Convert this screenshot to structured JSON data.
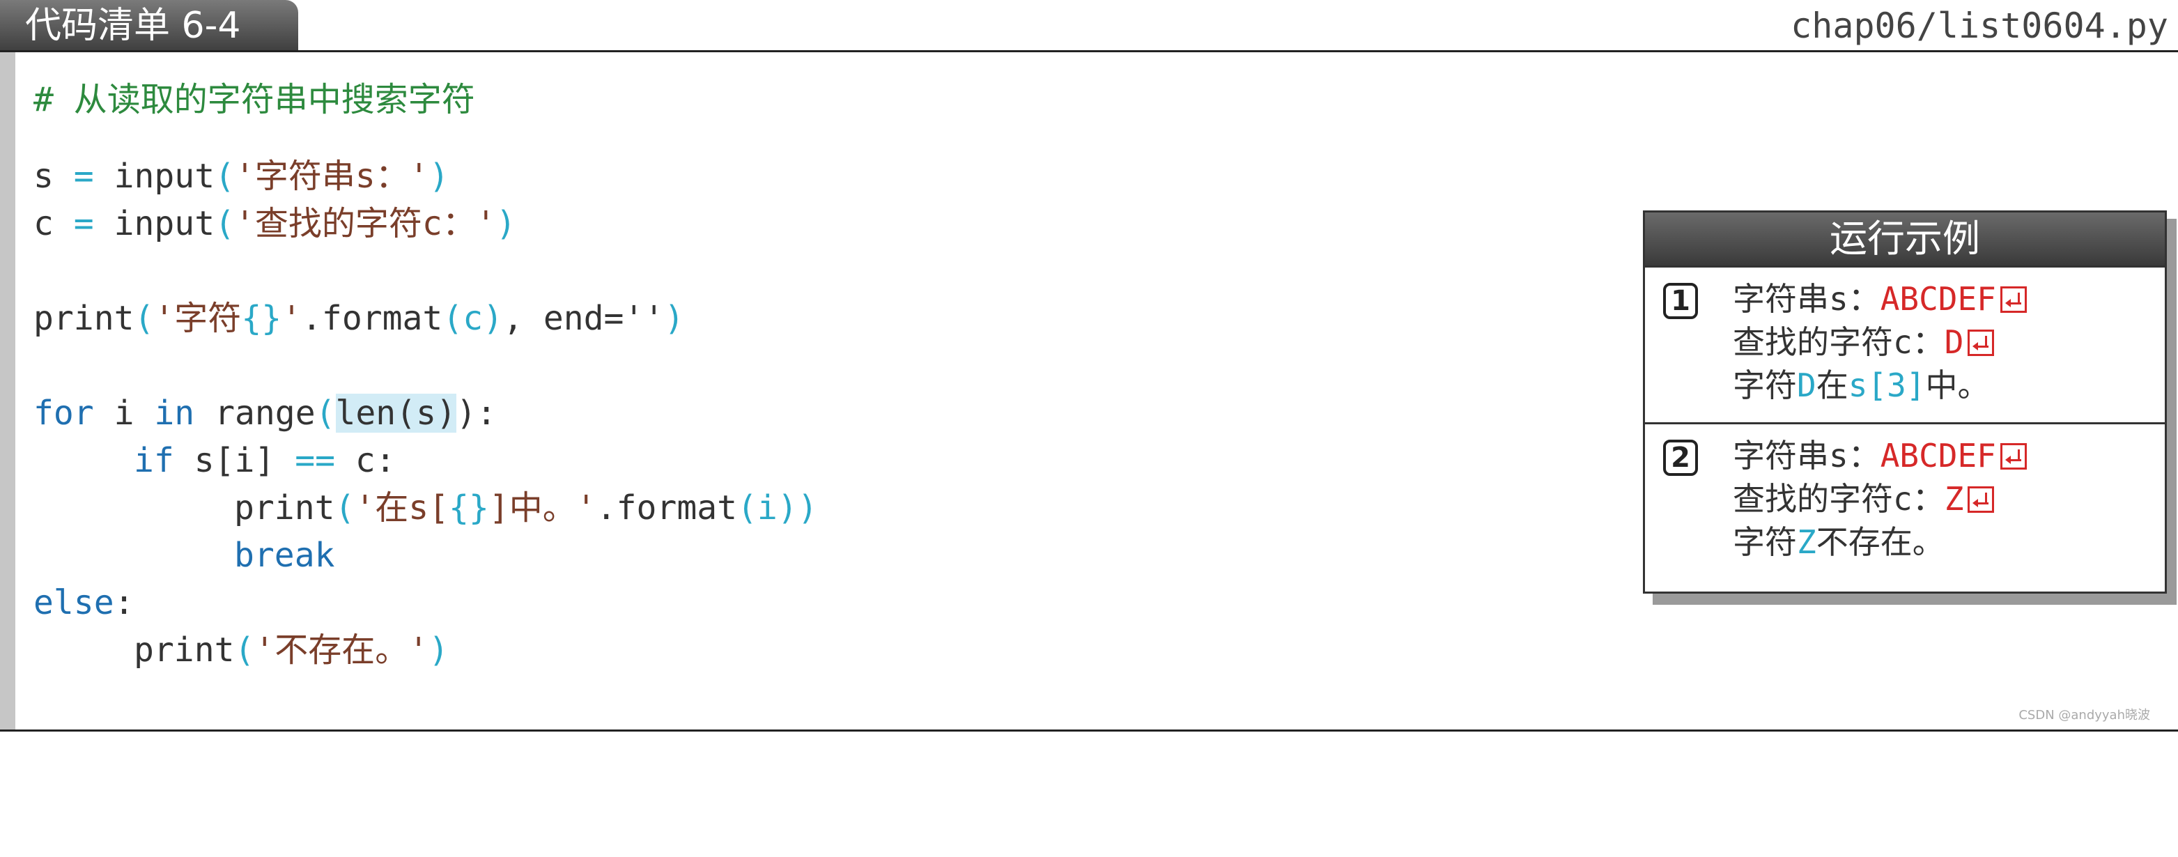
{
  "header": {
    "listing_title": "代码清单 6-4",
    "filename": "chap06/list0604.py"
  },
  "code": {
    "comment": "# 从读取的字符串中搜索字符",
    "l1": {
      "var": "s",
      "eq": " = ",
      "fn": "input",
      "open": "(",
      "str": "'字符串s：'",
      "close": ")"
    },
    "l2": {
      "var": "c",
      "eq": " = ",
      "fn": "input",
      "open": "(",
      "str": "'查找的字符c：'",
      "close": ")"
    },
    "l3": {
      "fn": "print",
      "open": "(",
      "str_a": "'字符",
      "braces": "{}",
      "str_b": "'",
      "rest": ".format",
      "paren": "(c)",
      "end": ", end=''",
      "close": ")"
    },
    "l4": {
      "kw_for": "for",
      "var": " i ",
      "kw_in": "in",
      "fn": " range",
      "open": "(",
      "highlight": "len(s)",
      "close": "):"
    },
    "l5": {
      "kw_if": "if",
      "cond": " s[i] ",
      "op": "==",
      "rest": " c:"
    },
    "l6": {
      "fn": "print",
      "open": "(",
      "str_a": "'在s[",
      "braces": "{}",
      "str_b": "]中。'",
      "rest": ".format",
      "paren": "(i)",
      "close": ")"
    },
    "l7": {
      "kw": "break"
    },
    "l8": {
      "kw": "else",
      "colon": ":"
    },
    "l9": {
      "fn": "print",
      "open": "(",
      "str": "'不存在。'",
      "close": ")"
    }
  },
  "run_example": {
    "title": "运行示例",
    "runs": [
      {
        "num": "1",
        "prompt1": "字符串s：",
        "input1": "ABCDEF",
        "prompt2": "查找的字符c：",
        "input2": "D",
        "result_a": "字符",
        "result_char": "D",
        "result_b": "在",
        "result_idx": "s[3]",
        "result_c": "中。"
      },
      {
        "num": "2",
        "prompt1": "字符串s：",
        "input1": "ABCDEF",
        "prompt2": "查找的字符c：",
        "input2": "Z",
        "result_a": "字符",
        "result_char": "Z",
        "result_b": "不存在。"
      }
    ]
  },
  "watermark": "CSDN @andyyah晓波",
  "colors": {
    "keyword": "#1f6fb0",
    "comment": "#2d8a3e",
    "string": "#7a3e2a",
    "bracket": "#2aa8c7",
    "input": "#d62828",
    "highlight": "#d2ecf6"
  }
}
